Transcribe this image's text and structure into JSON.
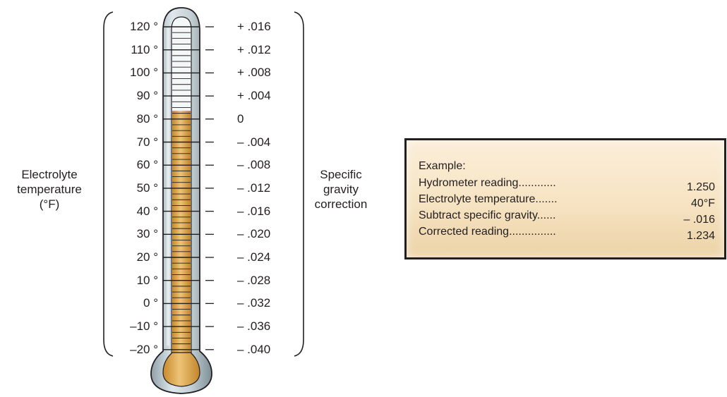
{
  "labels": {
    "left_line1": "Electrolyte",
    "left_line2": "temperature",
    "left_line3": "(°F)",
    "right_line1": "Specific",
    "right_line2": "gravity",
    "right_line3": "correction"
  },
  "scale": [
    {
      "temp": "120 °",
      "correction": "+ .016"
    },
    {
      "temp": "110 °",
      "correction": "+ .012"
    },
    {
      "temp": "100 °",
      "correction": "+ .008"
    },
    {
      "temp": "90 °",
      "correction": "+ .004"
    },
    {
      "temp": "80 °",
      "correction": "0"
    },
    {
      "temp": "70 °",
      "correction": "– .004"
    },
    {
      "temp": "60 °",
      "correction": "– .008"
    },
    {
      "temp": "50 °",
      "correction": "– .012"
    },
    {
      "temp": "40 °",
      "correction": "– .016"
    },
    {
      "temp": "30 °",
      "correction": "– .020"
    },
    {
      "temp": "20 °",
      "correction": "– .024"
    },
    {
      "temp": "10 °",
      "correction": "– .028"
    },
    {
      "temp": "0 °",
      "correction": "– .032"
    },
    {
      "temp": "–10 °",
      "correction": "– .036"
    },
    {
      "temp": "–20 °",
      "correction": "– .040"
    }
  ],
  "thermometer": {
    "liquid_level_fraction": 0.74,
    "liquid_color": "#d9a548",
    "glass_color": "#b9c6cc"
  },
  "example": {
    "title": "Example:",
    "rows": [
      {
        "label": "Hydrometer reading............",
        "value": "1.250"
      },
      {
        "label": "Electrolyte temperature.......",
        "value": "40°F"
      },
      {
        "label": "Subtract specific gravity......",
        "value": "– .016"
      },
      {
        "label": "Corrected reading...............",
        "value": "1.234"
      }
    ]
  }
}
